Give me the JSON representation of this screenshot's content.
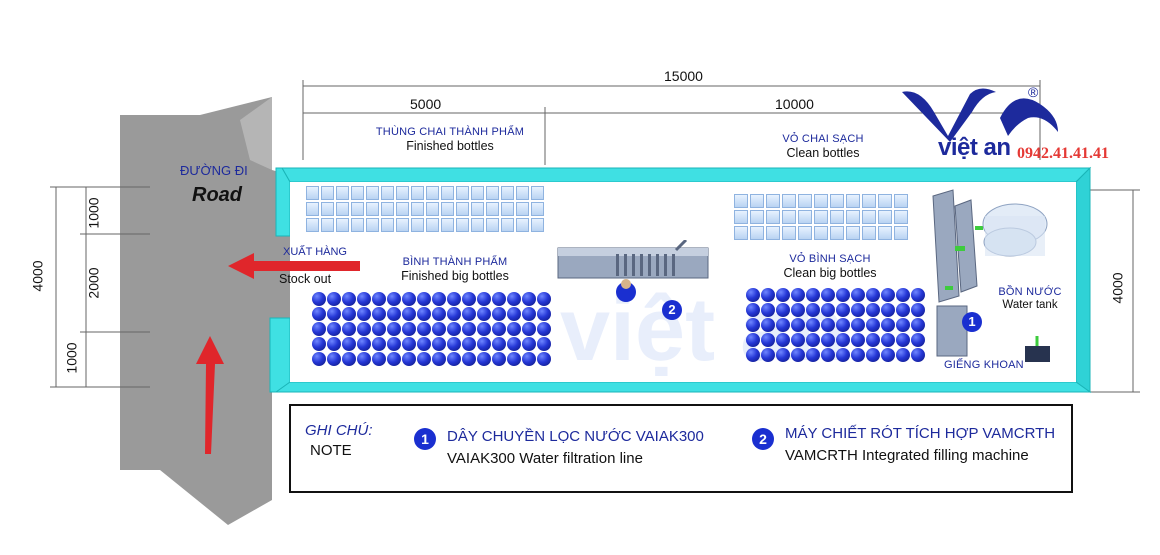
{
  "dimensions": {
    "total_length": "15000",
    "section_a": "5000",
    "section_b": "10000",
    "left_top": "1000",
    "left_mid": "2000",
    "left_bottom": "1000",
    "left_total": "4000",
    "right_total": "4000"
  },
  "road": {
    "vn": "ĐƯỜNG ĐI",
    "en": "Road"
  },
  "stock_out": {
    "vn": "XUẤT HÀNG",
    "en": "Stock out"
  },
  "zones": {
    "finished_bottles": {
      "vn": "THÙNG CHAI THÀNH PHẨM",
      "en": "Finished bottles"
    },
    "clean_bottles": {
      "vn": "VỎ CHAI SẠCH",
      "en": "Clean bottles"
    },
    "finished_big_bottles": {
      "vn": "BÌNH THÀNH PHẨM",
      "en": "Finished big bottles"
    },
    "clean_big_bottles": {
      "vn": "VỎ BÌNH SẠCH",
      "en": "Clean big bottles"
    },
    "water_tank": {
      "vn": "BỒN NƯỚC",
      "en": "Water tank"
    },
    "well": {
      "vn": "GIẾNG KHOAN"
    }
  },
  "markers": {
    "one": "1",
    "two": "2"
  },
  "brand": {
    "name": "việt an",
    "phone": "0942.41.41.41",
    "registered": "®"
  },
  "note": {
    "title_vn": "GHI CHÚ:",
    "title_en": "NOTE",
    "item1_vn": "DÂY CHUYỀN LỌC NƯỚC VAIAK300",
    "item1_en": "VAIAK300 Water filtration line",
    "item2_vn": "MÁY CHIẾT RÓT TÍCH HỢP VAMCRTH",
    "item2_en": "VAMCRTH Integrated filling machine"
  },
  "colors": {
    "wall": "#3fe0e3",
    "road": "#9a9a9a",
    "arrow": "#e0262b",
    "brand_blue": "#1d2a9c",
    "phone_red": "#e53935"
  }
}
